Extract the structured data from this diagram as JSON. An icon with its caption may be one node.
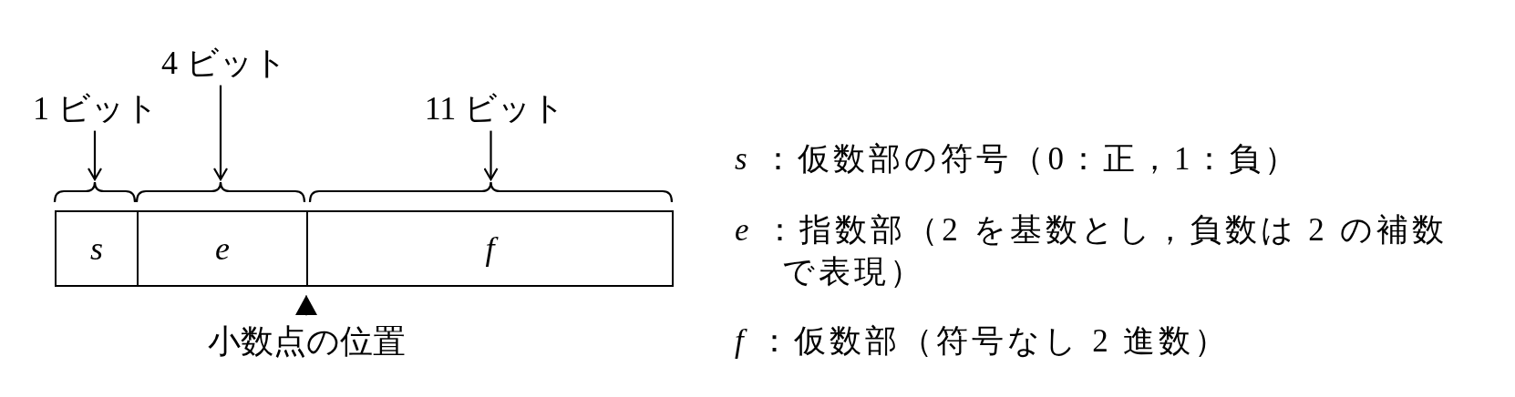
{
  "diagram": {
    "nodes": [
      {
        "text": [
          "s"
        ]
      },
      {
        "text": [
          "e"
        ]
      },
      {
        "text": [
          "f"
        ]
      },
      {
        "text": [
          "1 ビット"
        ]
      },
      {
        "text": [
          "4 ビット"
        ]
      },
      {
        "text": [
          "11 ビット"
        ]
      },
      {
        "text": [
          "小数点の位置"
        ]
      }
    ],
    "edges": [
      {
        "from": 3,
        "to": 0,
        "arrow": "to"
      },
      {
        "from": 4,
        "to": 1,
        "arrow": "to"
      },
      {
        "from": 5,
        "to": 2,
        "arrow": "to"
      },
      {
        "from": 6,
        "to": null,
        "arrow": "to"
      }
    ],
    "labels": [
      "*s* ：仮数部の符号（0：正，1：負）",
      "*e* ：指数部（2 を基数とし，負数は 2 の補数で表現）",
      "*f* ：仮数部（符号なし 2 進数）"
    ]
  }
}
